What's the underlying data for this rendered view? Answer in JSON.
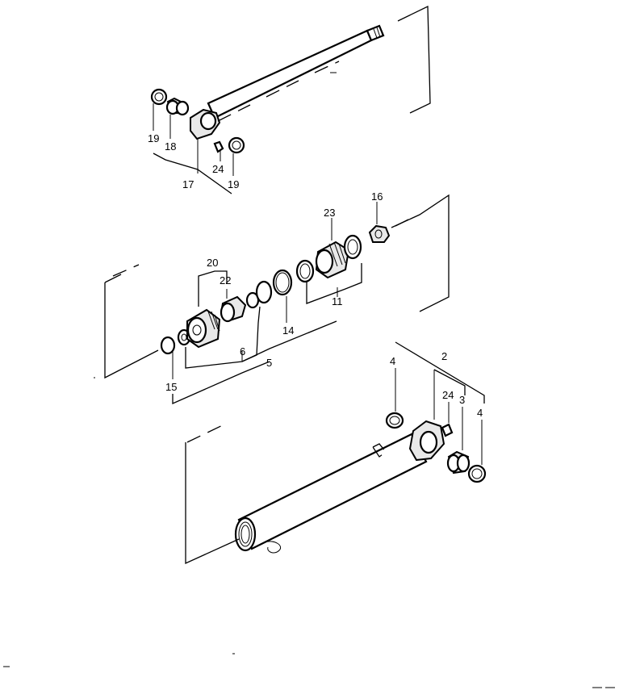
{
  "callouts": {
    "c19a": "19",
    "c18": "18",
    "c17": "17",
    "c24a": "24",
    "c19b": "19",
    "c16": "16",
    "c23": "23",
    "c20": "20",
    "c22": "22",
    "c11": "11",
    "c14": "14",
    "c6": "6",
    "c5": "5",
    "c15": "15",
    "c4a": "4",
    "c2": "2",
    "c24b": "24",
    "c3": "3",
    "c4b": "4"
  }
}
